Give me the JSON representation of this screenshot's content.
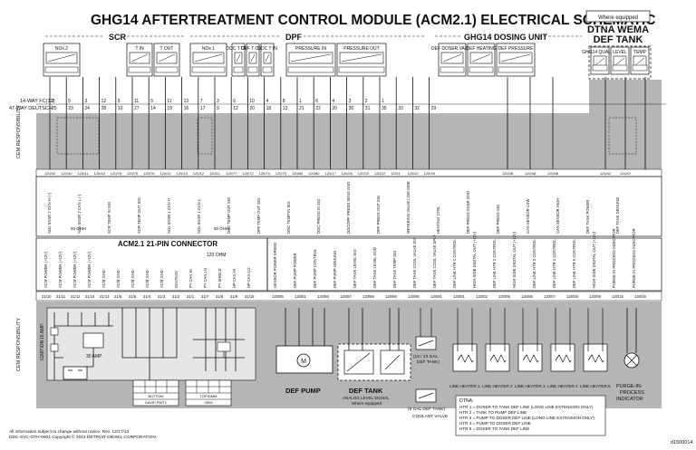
{
  "title": "GHG14 AFTERTREATMENT CONTROL MODULE (ACM2.1) ELECTRICAL SCHEMATIC",
  "where_equipped_top": "Where equipped",
  "dtna_wema_title": [
    "DTNA WEMA",
    "DEF TANK"
  ],
  "sections": {
    "scr": "SCR",
    "dpf": "DPF",
    "dosing": "GHG14 DOSING UNIT"
  },
  "sensors": [
    {
      "label": "NOx 2"
    },
    {
      "label": "T IN"
    },
    {
      "label": "T OUT"
    },
    {
      "label": "NOx 1"
    },
    {
      "label": "DOC T OUT"
    },
    {
      "label": "DPF T OUT"
    },
    {
      "label": "DOC T IN"
    },
    {
      "label": "PRESSURE IN"
    },
    {
      "label": "PRESSURE OUT"
    },
    {
      "label": "DEF DOSER VALVE"
    },
    {
      "label": "DEF HEATING"
    },
    {
      "label": "DEF PRESSURE"
    },
    {
      "label": "GHG14 QUALITY"
    },
    {
      "label": "LEVEL"
    },
    {
      "label": "TEMP"
    }
  ],
  "row_labels": {
    "fc14": "14-WAY FC(12)",
    "deutsch47": "47-WAY DEUTSCH",
    "cem": "CEM RESPONSIBILITY"
  },
  "fc14_pins": [
    "2",
    "5",
    "3",
    "12",
    "9",
    "11",
    "5",
    "11",
    "13",
    "7",
    "3",
    "6",
    "10",
    "4",
    "8",
    "1",
    "6",
    "4",
    "3",
    "2",
    "1"
  ],
  "deutsch_pins": [
    "25",
    "23",
    "24",
    "28",
    "10",
    "27",
    "14",
    "19",
    "16",
    "17",
    "9",
    "12",
    "20",
    "18",
    "13",
    "21",
    "22",
    "20",
    "30",
    "31",
    "35",
    "33",
    "32",
    "29"
  ],
  "wire_ids": [
    "120/42",
    "120/40",
    "120/41",
    "120/43",
    "120/78",
    "120/75",
    "120/76",
    "120/10",
    "120/13",
    "120/12",
    "120/11",
    "120/77",
    "120/72",
    "120/74",
    "120/73",
    "120/82",
    "120/80",
    "120/17",
    "120/26",
    "120/23",
    "120/22",
    "120/3",
    "120/20",
    "120/39",
    "120/36",
    "120/48",
    "120/46",
    "120/42",
    "120/47"
  ],
  "signal_names": [
    "NOx SNSR 2 CAN H (+)",
    "NOx SNSR 2 CAN L (-)",
    "SCR TEMP IN SIG",
    "SCR TEMP OUT SIG",
    "NOx SNSR 1 CAN H",
    "NOx SNSR 1 CAN L",
    "DOC TEMP OUT SIG",
    "DPF TEMP OUT SIG",
    "DOC TEMP IN SIG",
    "DOC PRESS IN SIG",
    "DOC/DPF PRESS SENS GND",
    "DPF PRESS OUT SIG",
    "METERING VALVE LOW SIDE",
    "HEATING CTRL",
    "DEF PRESS SNSR GND",
    "DEF PRESS SIG",
    "CAN SENSOR LOW",
    "CAN SENSOR HIGH",
    "DEF TANK POWER",
    "DEF TANK GROUND"
  ],
  "ohm_labels": [
    "60 OHM",
    "60 OHM",
    "120 OHM"
  ],
  "connector_title": "ACM2.1  21-PIN CONNECTOR",
  "connector_pins": [
    "21/10",
    "21/11",
    "21/12",
    "21/14",
    "21/13",
    "21/6",
    "21/5",
    "21/4",
    "21/3",
    "21/2",
    "21/1",
    "21/7",
    "21/8",
    "21/9",
    "21/15"
  ],
  "connector_signals": [
    "ACM POWER (+12V)",
    "ACM POWER (+12V)",
    "ACM POWER (+12V)",
    "ACM POWER (+12V)",
    "ACM GND",
    "ACM GND",
    "ACM GND",
    "ACM GND",
    "ACM GND",
    "IGNITION",
    "PT CAN HI",
    "PT CAN LO",
    "PT SHIELD",
    "HP CAN HI",
    "HP CAN LO"
  ],
  "lower_signals": [
    "SENSOR POWER SPEED",
    "DEF PUMP POWER",
    "DEF PUMP CONTROL",
    "DEF PUMP GROUND",
    "DEF TANK LEVEL SIG",
    "DEF TANK LEVEL GND",
    "DEF TANK TEMP SIG",
    "DEF TANK COOL VALVE SIG",
    "DEF TANK COOL VALVE SPLY",
    "DEF LINE HTR 1 CONTROL",
    "HIGH SIDE DIGITAL OUT (+12V)",
    "DEF LINE HTR 2 CONTROL",
    "HIGH SIDE DIGITAL OUT (+12V)",
    "DEF LINE HTR 3 CONTROL",
    "DEF LINE HTR 4 CONTROL",
    "DEF LINE HTR 5 CONTROL",
    "HIGH SIDE DIGITAL OUT (+12V)",
    "PURGE IN PROCESS INDICATOR",
    "PURGE IN PROCESS INDICATOR"
  ],
  "lower_pins": [
    "120/85",
    "120/81",
    "120/86",
    "120/87",
    "120/88",
    "120/89",
    "120/90",
    "120/91",
    "120/01",
    "120/02",
    "120/05",
    "120/06",
    "120/07",
    "120/08",
    "120/09",
    "120/15",
    "120/16"
  ],
  "fuse_labels": [
    "15 AMP",
    "30 AMP",
    "IGNITION"
  ],
  "relay_label": "RELAY",
  "component_labels": {
    "def_pump": "DEF PUMP",
    "def_tank": "DEF TANK",
    "def_tank_note": [
      "ANALOG LEVEL SIGNAL",
      "Where equipped"
    ],
    "tank_small_1": [
      "(13 / 23 GAL",
      "DEF TANK)"
    ],
    "tank_small_2": [
      "(6 GAL DEF TANK)",
      "COOLANT VALVE"
    ],
    "heaters": [
      "LINE HEATER 1",
      "LINE HEATER 2",
      "LINE HEATER 3",
      "LINE HEATER 4",
      "LINE HEATER 5"
    ],
    "purge": [
      "PURGE-IN-",
      "PROCESS",
      "INDICATOR"
    ]
  },
  "legend_title": "DTNA:",
  "legend_lines": [
    "HTR 1 = DOSER TO TANK DEF LINE (LONG LINE EXTENSION ONLY)",
    "HTR 2 = TANK TO PUMP DEF LINE",
    "HTR 3 = PUMP TO DOSER DEF LINE (LONG LINE EXTENSION ONLY)",
    "HTR 4 = PUMP TO DOSER DEF LINE",
    "HTR 5 = DOSER TO TANK DEF LINE"
  ],
  "small_connector_tables": [
    {
      "header": "BOTTOM",
      "sub": "DAVIF-PWT1"
    },
    {
      "header": "TOP/DMM",
      "sub": "OEM"
    }
  ],
  "footer_lines": [
    "All information subject to change without notice. Rev. 12/17/13",
    "DDC-SVC-OTH-0001 Copyright © 2013 DETROIT DIESEL CORPORATION."
  ],
  "figure_id": "d1500014",
  "colors": {
    "cem_band": "#b5b5b5",
    "line": "#111111"
  }
}
